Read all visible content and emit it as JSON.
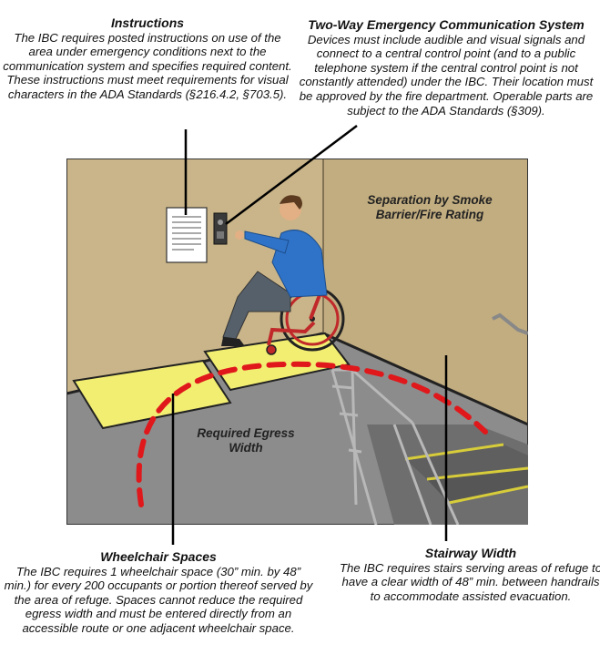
{
  "callouts": {
    "instructions": {
      "title": "Instructions",
      "body": "The IBC requires posted instructions on use of the area under emergency conditions next to the communication system and specifies required content.  These instructions must meet requirements for visual characters in the ADA Standards (§216.4.2, §703.5)."
    },
    "comm": {
      "title": "Two-Way Emergency Communication System",
      "body": "Devices must include audible and visual signals and connect to a central control point (and to a public telephone system if the central control point is not constantly attended) under the IBC.  Their location must be approved by the fire department.  Operable parts are subject to the ADA Standards (§309)."
    },
    "wheelchair": {
      "title": "Wheelchair Spaces",
      "body": "The IBC requires 1 wheelchair space (30” min. by 48” min.) for every 200 occupants or portion thereof served by the area of refuge. Spaces cannot reduce the required egress width and must be entered directly from an accessible route or one adjacent wheelchair space."
    },
    "stairway": {
      "title": "Stairway Width",
      "body": "The IBC requires stairs serving areas of refuge to have a clear width of 48” min. between handrails to accommodate assisted evacuation."
    }
  },
  "scene_labels": {
    "smoke": "Separation by Smoke Barrier/Fire Rating",
    "egress": "Required Egress Width"
  },
  "colors": {
    "wall": "#c9b589",
    "floor": "#8c8c8c",
    "refuge_space": "#f2ee72",
    "egress_line": "#e0181b",
    "stair_nosing": "#d7cc3a",
    "shirt": "#2f73c9"
  }
}
